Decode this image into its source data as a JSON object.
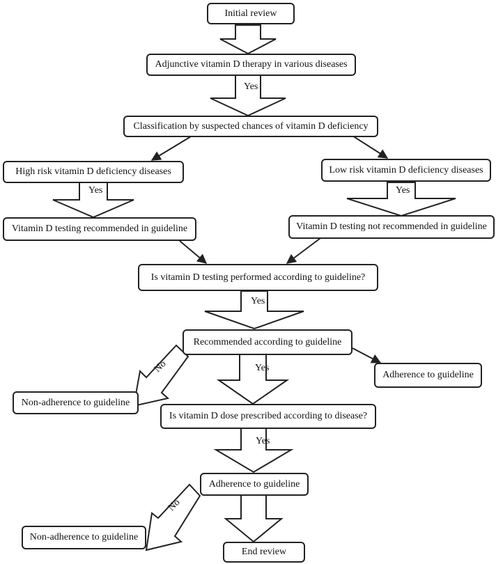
{
  "nodes": {
    "initial_review": "Initial review",
    "adjunctive_therapy": "Adjunctive vitamin D therapy in various diseases",
    "classification": "Classification by suspected chances of vitamin D deficiency",
    "high_risk": "High risk vitamin D deficiency diseases",
    "low_risk": "Low risk vitamin D deficiency diseases",
    "testing_recommended": "Vitamin D testing recommended in guideline",
    "testing_not_recommended": "Vitamin D testing not recommended in guideline",
    "testing_performed_q": "Is vitamin D testing performed according to guideline?",
    "recommended_according": "Recommended according to guideline",
    "adherence_1": "Adherence to guideline",
    "non_adherence_1": "Non-adherence to guideline",
    "dose_prescribed_q": "Is vitamin D dose prescribed according to disease?",
    "adherence_2": "Adherence to guideline",
    "non_adherence_2": "Non-adherence to guideline",
    "end_review": "End review"
  },
  "edge_labels": {
    "yes": "Yes",
    "no": "No"
  },
  "colors": {
    "stroke": "#222222",
    "background": "#ffffff"
  }
}
